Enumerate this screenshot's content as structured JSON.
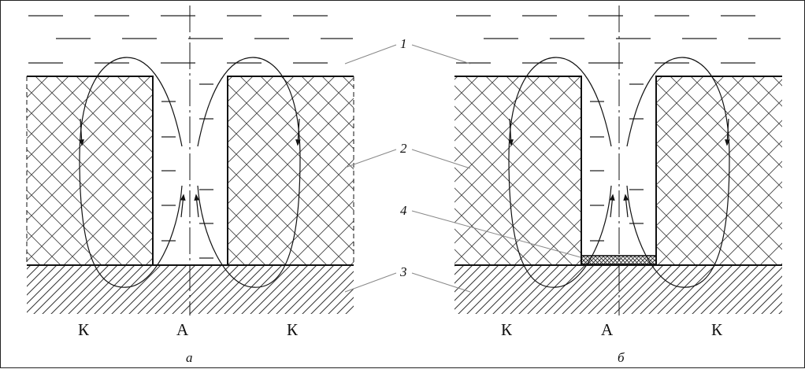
{
  "figures": [
    {
      "caption": "а",
      "electrode_labels": [
        "К",
        "А",
        "К"
      ]
    },
    {
      "caption": "б",
      "electrode_labels": [
        "К",
        "А",
        "К"
      ]
    }
  ],
  "callouts": [
    "1",
    "2",
    "3",
    "4"
  ],
  "colors": {
    "line": "#111111",
    "leader": "#888888",
    "mesh": "#444444",
    "background": "#ffffff"
  }
}
